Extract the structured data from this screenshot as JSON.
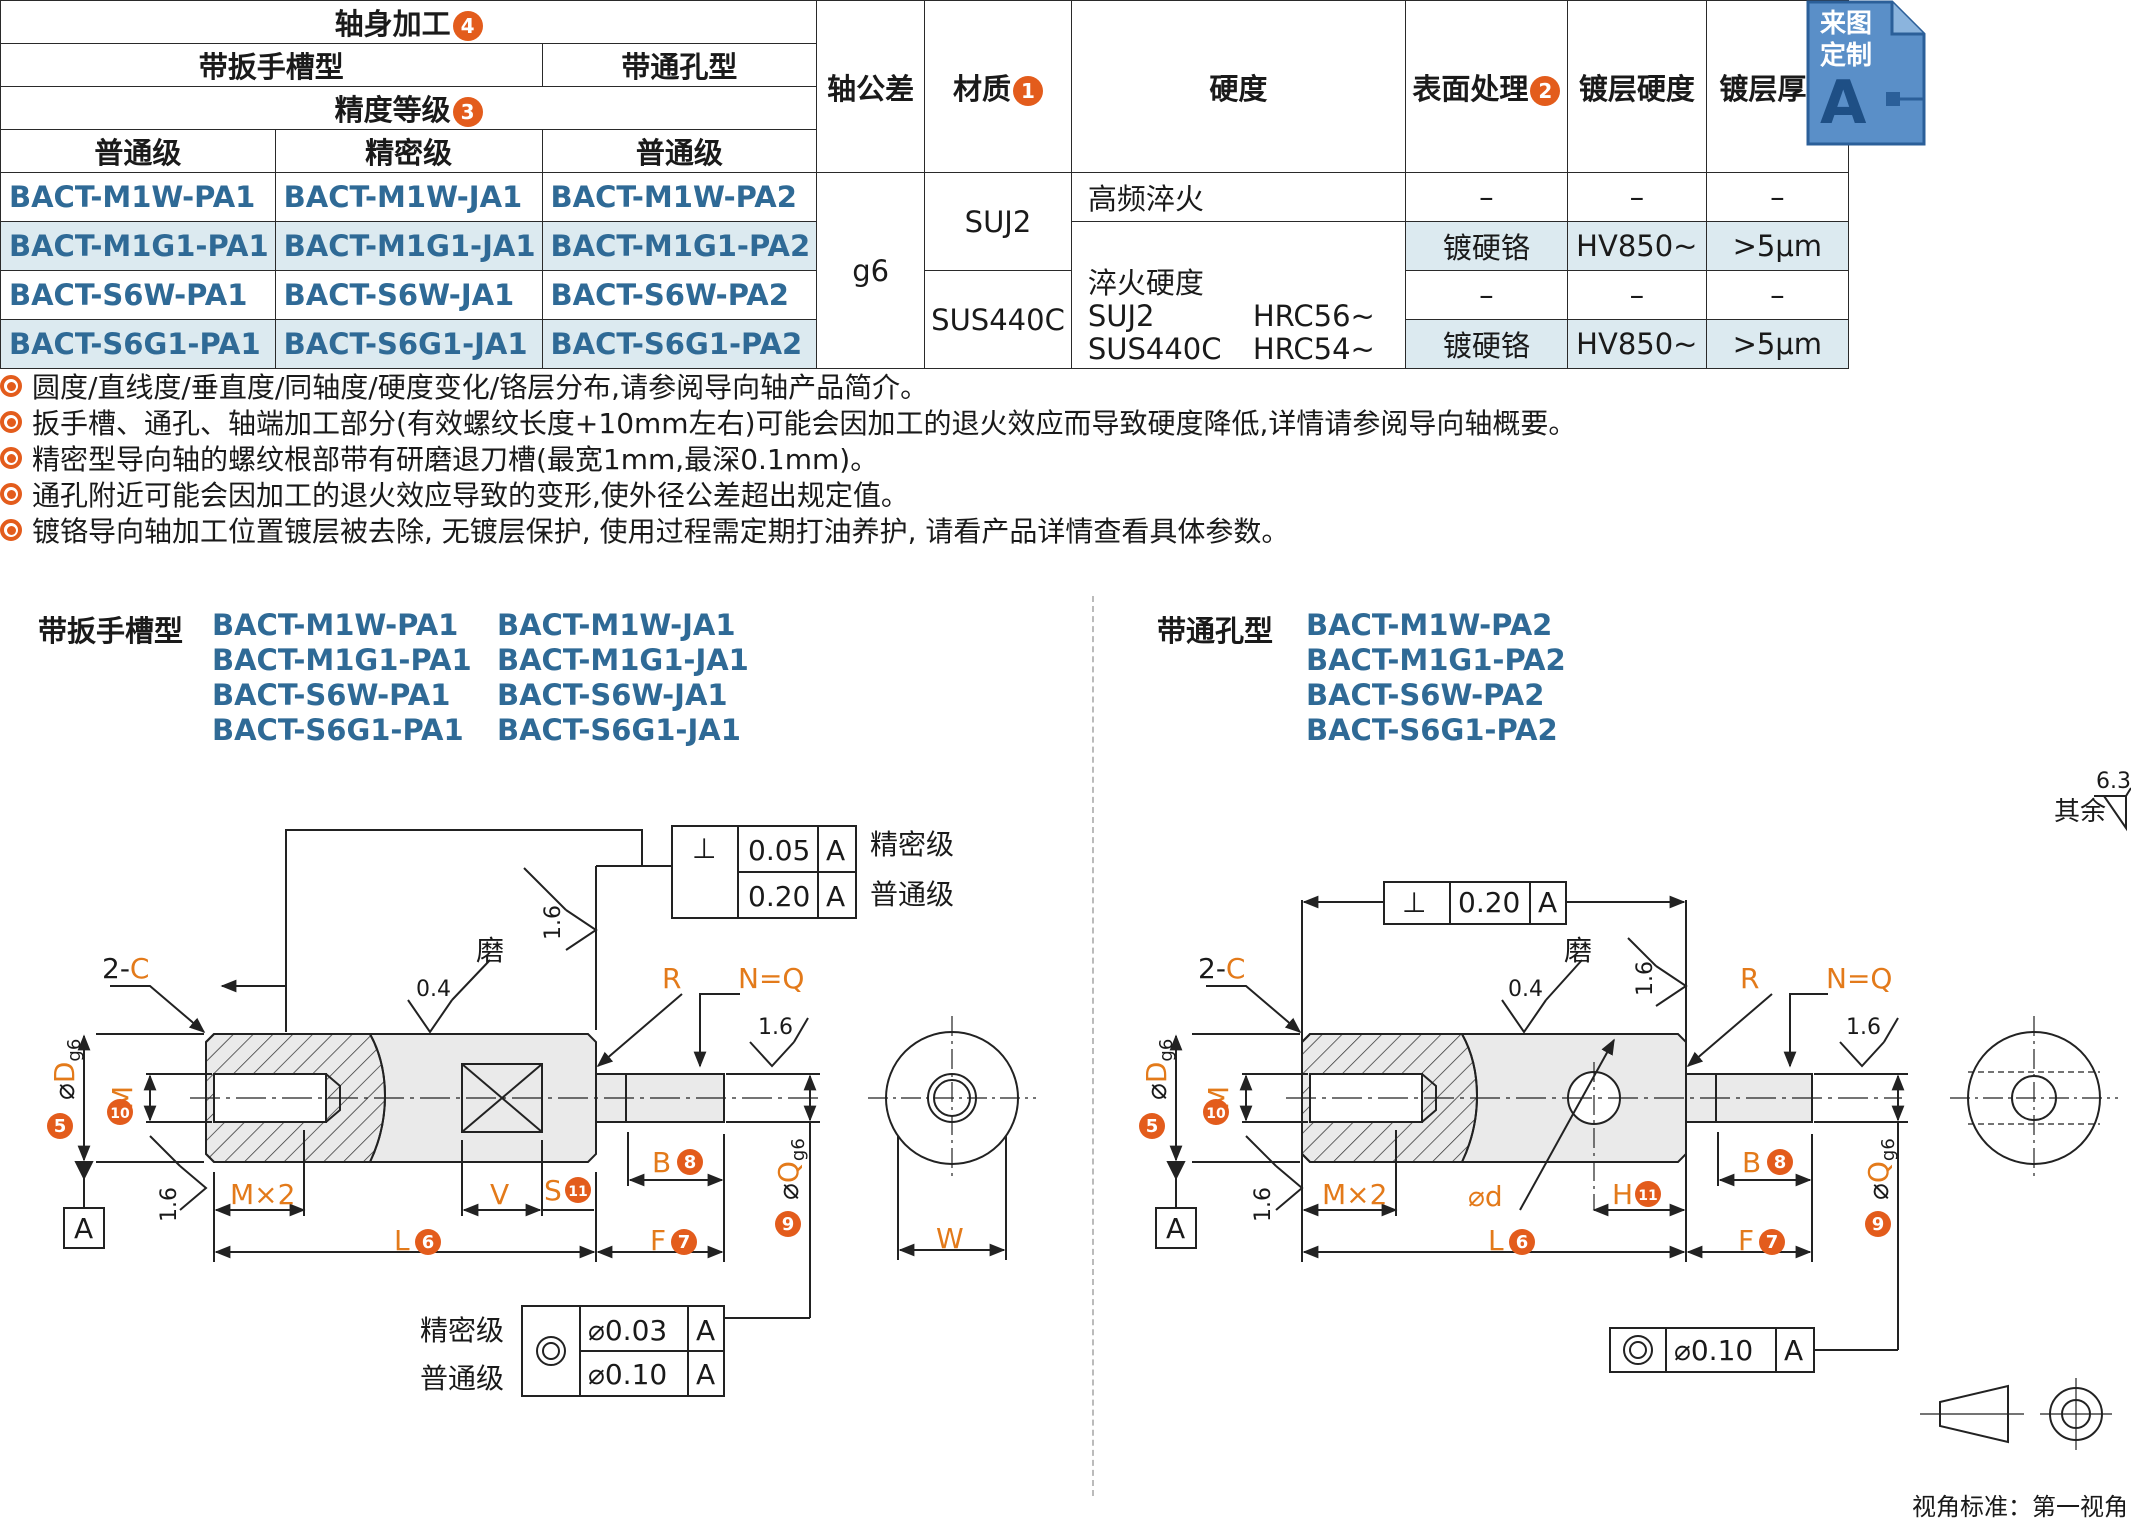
{
  "table": {
    "hdr_shaft": "轴身加工",
    "hdr_wrench": "带扳手槽型",
    "hdr_through": "带通孔型",
    "hdr_grade": "精度等级",
    "hdr_normal1": "普通级",
    "hdr_precise": "精密级",
    "hdr_normal2": "普通级",
    "hdr_tol": "轴公差",
    "hdr_material": "材质",
    "hdr_hardness": "硬度",
    "hdr_surface": "表面处理",
    "hdr_plate_hard": "镀层硬度",
    "hdr_plate_thick": "镀层厚度",
    "badge_4": "4",
    "badge_3": "3",
    "badge_1": "1",
    "badge_2": "2",
    "rows": [
      {
        "a": "BACT-M1W-PA1",
        "b": "BACT-M1W-JA1",
        "c": "BACT-M1W-PA2",
        "surface": "–",
        "ph": "–",
        "pt": "–"
      },
      {
        "a": "BACT-M1G1-PA1",
        "b": "BACT-M1G1-JA1",
        "c": "BACT-M1G1-PA2",
        "surface": "镀硬铬",
        "ph": "HV850~",
        "pt": ">5μm"
      },
      {
        "a": "BACT-S6W-PA1",
        "b": "BACT-S6W-JA1",
        "c": "BACT-S6W-PA2",
        "surface": "–",
        "ph": "–",
        "pt": "–"
      },
      {
        "a": "BACT-S6G1-PA1",
        "b": "BACT-S6G1-JA1",
        "c": "BACT-S6G1-PA2",
        "surface": "镀硬铬",
        "ph": "HV850~",
        "pt": ">5μm"
      }
    ],
    "tol": "g6",
    "mat_1": "SUJ2",
    "mat_2": "SUS440C",
    "hard_1": "高频淬火",
    "hard_2": "淬火硬度",
    "hard_3a": "SUJ2",
    "hard_3b": "HRC56~",
    "hard_4a": "SUS440C",
    "hard_4b": "HRC54~"
  },
  "custom_tag": {
    "line1": "来图",
    "line2": "定制",
    "letter": "A"
  },
  "notes": [
    "圆度/直线度/垂直度/同轴度/硬度变化/铬层分布,请参阅导向轴产品简介。",
    "扳手槽、通孔、轴端加工部分(有效螺纹长度+10mm左右)可能会因加工的退火效应而导致硬度降低,详情请参阅导向轴概要。",
    "精密型导向轴的螺纹根部带有研磨退刀槽(最宽1mm,最深0.1mm)。",
    "通孔附近可能会因加工的退火效应导致的变形,使外径公差超出规定值。",
    "镀铬导向轴加工位置镀层被去除, 无镀层保护, 使用过程需定期打油养护, 请看产品详情查看具体参数。"
  ],
  "left_group": {
    "label": "带扳手槽型",
    "col1": [
      "BACT-M1W-PA1",
      "BACT-M1G1-PA1",
      "BACT-S6W-PA1",
      "BACT-S6G1-PA1"
    ],
    "col2": [
      "BACT-M1W-JA1",
      "BACT-M1G1-JA1",
      "BACT-S6W-JA1",
      "BACT-S6G1-JA1"
    ]
  },
  "right_group": {
    "label": "带通孔型",
    "col1": [
      "BACT-M1W-PA2",
      "BACT-M1G1-PA2",
      "BACT-S6W-PA2",
      "BACT-S6G1-PA2"
    ]
  },
  "drawing": {
    "perp_symbol": "⊥",
    "perp_precise": "0.05",
    "perp_normal": "0.20",
    "datum": "A",
    "grade_precise": "精密级",
    "grade_normal": "普通级",
    "conc_precise": "⌀0.03",
    "conc_normal": "⌀0.10",
    "perp_right": "0.20",
    "conc_right": "⌀0.10",
    "grind": "磨",
    "rough_04": "0.4",
    "rough_16": "1.6",
    "rough_63": "6.3",
    "other_rough": "其余",
    "chamfer": "2-C",
    "chamfer_c": "C",
    "R": "R",
    "NQ": "N=Q",
    "M": "M",
    "Mx2": "M×2",
    "V": "V",
    "S": "S",
    "L": "L",
    "F": "F",
    "B": "B",
    "W": "W",
    "H": "H",
    "d": "⌀d",
    "D": "⌀D",
    "Dsub": "g6",
    "Q": "⌀Q",
    "Qsub": "g6",
    "b5": "5",
    "b6": "6",
    "b7": "7",
    "b8": "8",
    "b9": "9",
    "b10": "10",
    "b11": "11",
    "view_std": "视角标准：第一视角"
  }
}
